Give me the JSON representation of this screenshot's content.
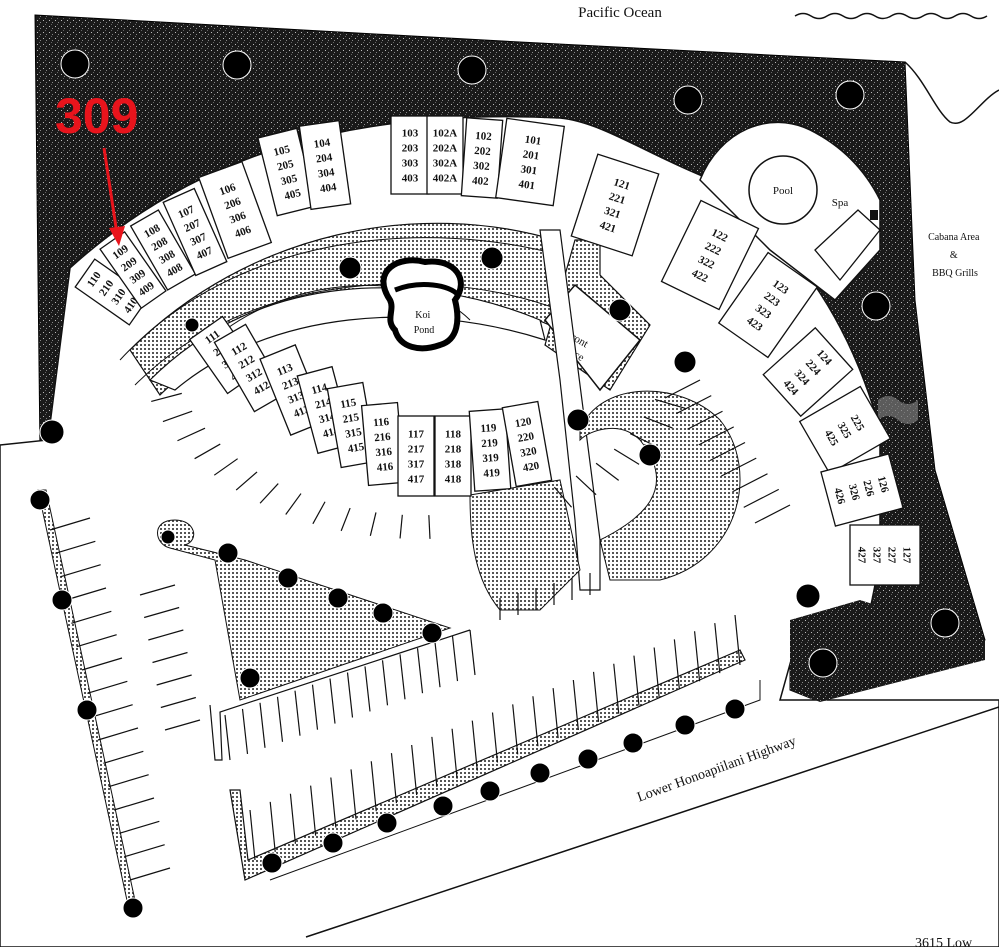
{
  "map": {
    "ocean_label": "Pacific Ocean",
    "koi_pond_label": [
      "Koi",
      "Pond"
    ],
    "front_office_label": [
      "Front",
      "Office"
    ],
    "pool_label": "Pool",
    "spa_label": "Spa",
    "cabana_label": [
      "Cabana Area",
      "&",
      "BBQ Grills"
    ],
    "highway_label": "Lower Honoapiilani Highway",
    "address_fragment": "3615 Low",
    "highlight": {
      "unit": "309",
      "color": "#e8141c"
    }
  },
  "buildings": [
    {
      "units": [
        "110",
        "210",
        "310",
        "410"
      ]
    },
    {
      "units": [
        "109",
        "209",
        "309",
        "409"
      ]
    },
    {
      "units": [
        "108",
        "208",
        "308",
        "408"
      ]
    },
    {
      "units": [
        "107",
        "207",
        "307",
        "407"
      ]
    },
    {
      "units": [
        "106",
        "206",
        "306",
        "406"
      ]
    },
    {
      "units": [
        "105",
        "205",
        "305",
        "405"
      ]
    },
    {
      "units": [
        "104",
        "204",
        "304",
        "404"
      ]
    },
    {
      "units": [
        "103",
        "203",
        "303",
        "403"
      ]
    },
    {
      "units": [
        "102A",
        "202A",
        "302A",
        "402A"
      ]
    },
    {
      "units": [
        "102",
        "202",
        "302",
        "402"
      ]
    },
    {
      "units": [
        "101",
        "201",
        "301",
        "401"
      ]
    },
    {
      "units": [
        "121",
        "221",
        "321",
        "421"
      ]
    },
    {
      "units": [
        "122",
        "222",
        "322",
        "422"
      ]
    },
    {
      "units": [
        "123",
        "223",
        "323",
        "423"
      ]
    },
    {
      "units": [
        "124",
        "224",
        "324",
        "424"
      ]
    },
    {
      "units": [
        "225",
        "325",
        "425"
      ]
    },
    {
      "units": [
        "126",
        "226",
        "326",
        "426"
      ]
    },
    {
      "units": [
        "127",
        "227",
        "327",
        "427"
      ]
    },
    {
      "units": [
        "111",
        "211",
        "311",
        "411"
      ]
    },
    {
      "units": [
        "112",
        "212",
        "312",
        "412"
      ]
    },
    {
      "units": [
        "113",
        "213",
        "313",
        "413"
      ]
    },
    {
      "units": [
        "114",
        "214",
        "314",
        "414"
      ]
    },
    {
      "units": [
        "115",
        "215",
        "315",
        "415"
      ]
    },
    {
      "units": [
        "116",
        "216",
        "316",
        "416"
      ]
    },
    {
      "units": [
        "117",
        "217",
        "317",
        "417"
      ]
    },
    {
      "units": [
        "118",
        "218",
        "318",
        "418"
      ]
    },
    {
      "units": [
        "119",
        "219",
        "319",
        "419"
      ]
    },
    {
      "units": [
        "120",
        "220",
        "320",
        "420"
      ]
    }
  ]
}
